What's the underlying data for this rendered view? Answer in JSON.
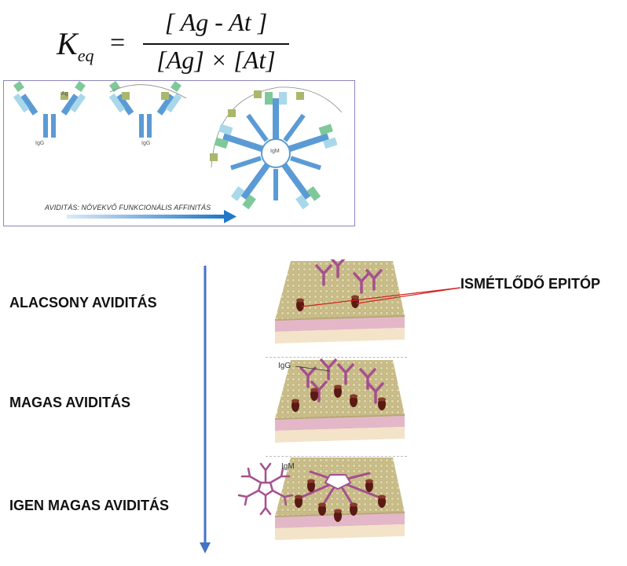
{
  "formula": {
    "k": "K",
    "k_sub": "eq",
    "equals": "=",
    "numerator": "[  Ag - At  ]",
    "denominator": "[Ag] × [At]"
  },
  "panel": {
    "caption": "AVIDITÁS: NÖVEKVŐ FUNKCIONÁLIS AFFINITÁS",
    "antibody_labels": [
      "IgG",
      "IgG",
      "IgM"
    ],
    "antigen_tag": "Ag",
    "colors": {
      "heavy": "#5b9bd5",
      "light": "#a8d8ea",
      "antigen": "#a9b86a",
      "variable": "#7fc89a",
      "arrow": "#1f78c8"
    }
  },
  "scale": {
    "low": "ALACSONY AVIDITÁS",
    "high": "MAGAS AVIDITÁS",
    "very_high": "IGEN MAGAS AVIDITÁS",
    "arrow_color": "#4472c4"
  },
  "illustration": {
    "epitope_label": "ISMÉTLŐDŐ EPITÓP",
    "igg_label": "IgG",
    "igm_label": "IgM",
    "colors": {
      "membrane": "#c9bd8a",
      "pink": "#e3b7c8",
      "antibody": "#a5508e",
      "epitope": "#5a1a14",
      "pointer": "#d42020"
    }
  }
}
